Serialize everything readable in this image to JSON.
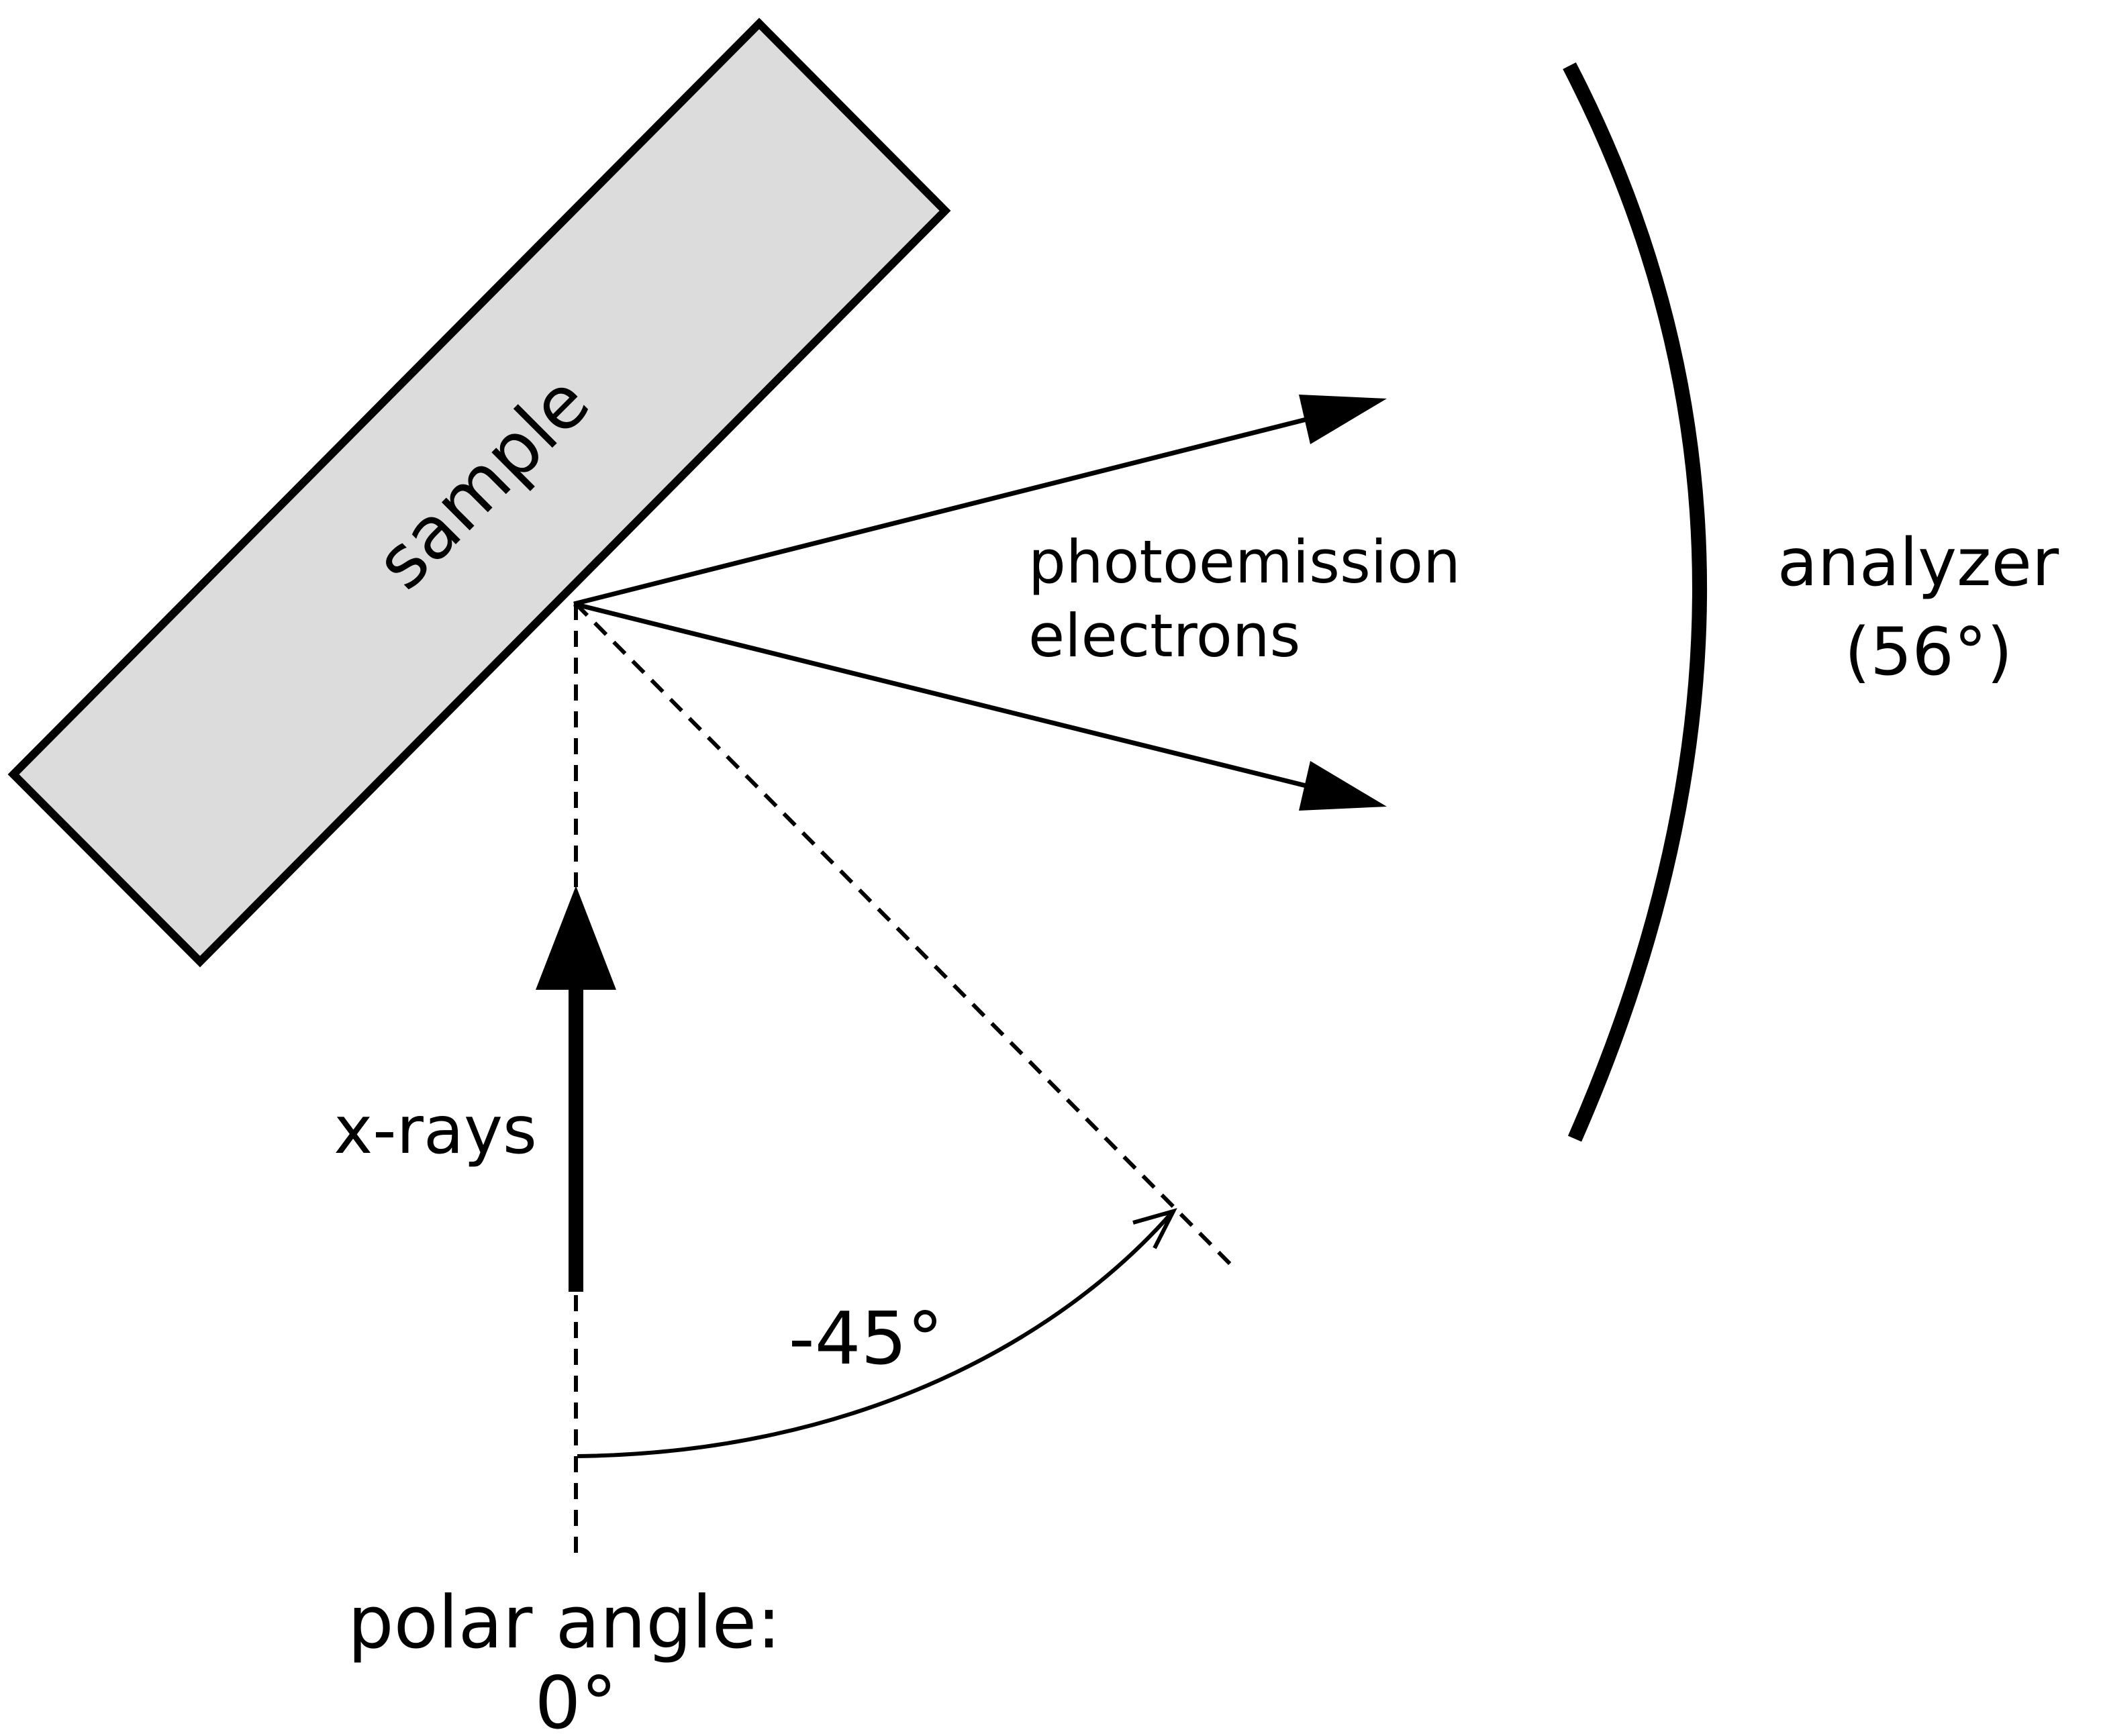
{
  "labels": {
    "sample": "sample",
    "photoemission_line1": "photoemission",
    "photoemission_line2": "electrons",
    "analyzer_line1": "analyzer",
    "analyzer_line2": "(56°)",
    "xrays": "x-rays",
    "angle": "-45°",
    "polar_line1": "polar angle:",
    "polar_line2": "0°"
  },
  "colors": {
    "sample_fill": "#dcdcdc",
    "stroke": "#000000"
  }
}
